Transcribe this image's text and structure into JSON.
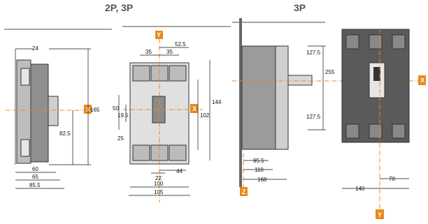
{
  "headers": {
    "left": "2P, 3P",
    "right": "3P"
  },
  "colors": {
    "axis": "#e8891c",
    "badge": "#e8891c"
  },
  "axis_labels": {
    "x_left": "X",
    "y_mid": "Y",
    "x_mid": "X",
    "z_right": "Z",
    "x_right": "X",
    "y_right": "Y"
  },
  "dims": {
    "d24": "24",
    "d165": "165",
    "d82_5": "82.5",
    "d60": "60",
    "d65": "65",
    "d85_5": "85.5",
    "d52_5": "52.5",
    "d35a": "35",
    "d35b": "35",
    "d144": "144",
    "d102": "102",
    "d50": "50",
    "d19_5": "19.5",
    "d25": "25",
    "d22": "22",
    "d44": "44",
    "d100": "100",
    "d105": "105",
    "d127_5a": "127.5",
    "d255": "255",
    "d127_5b": "127.5",
    "d95_5": "95.5",
    "d110": "110",
    "d168": "168",
    "d70": "70",
    "d140": "140"
  }
}
